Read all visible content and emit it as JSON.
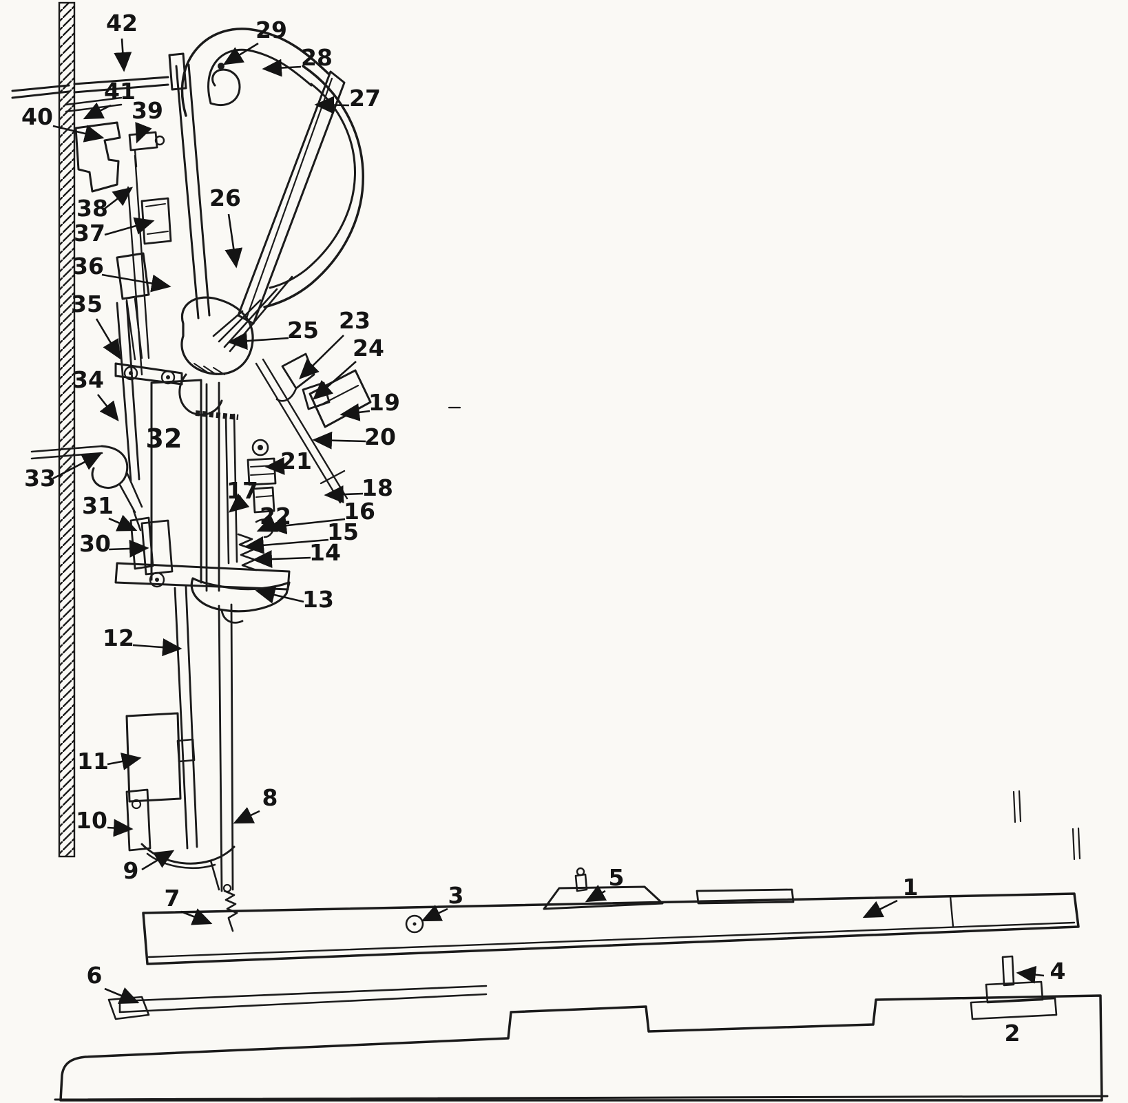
{
  "figure": {
    "paper_color": "#faf9f5",
    "ink_color": "#1b1b1b",
    "kind": "numbered parts line diagram (upright piano action)"
  },
  "labels": [
    {
      "id": 1,
      "text": "1"
    },
    {
      "id": 2,
      "text": "2"
    },
    {
      "id": 3,
      "text": "3"
    },
    {
      "id": 4,
      "text": "4"
    },
    {
      "id": 5,
      "text": "5"
    },
    {
      "id": 6,
      "text": "6"
    },
    {
      "id": 7,
      "text": "7"
    },
    {
      "id": 8,
      "text": "8"
    },
    {
      "id": 9,
      "text": "9"
    },
    {
      "id": 10,
      "text": "10"
    },
    {
      "id": 11,
      "text": "11"
    },
    {
      "id": 12,
      "text": "12"
    },
    {
      "id": 13,
      "text": "13"
    },
    {
      "id": 14,
      "text": "14"
    },
    {
      "id": 15,
      "text": "15"
    },
    {
      "id": 16,
      "text": "16"
    },
    {
      "id": 17,
      "text": "17"
    },
    {
      "id": 18,
      "text": "18"
    },
    {
      "id": 19,
      "text": "19"
    },
    {
      "id": 20,
      "text": "20"
    },
    {
      "id": 21,
      "text": "21"
    },
    {
      "id": 22,
      "text": "22"
    },
    {
      "id": 23,
      "text": "23"
    },
    {
      "id": 24,
      "text": "24"
    },
    {
      "id": 25,
      "text": "25"
    },
    {
      "id": 26,
      "text": "26"
    },
    {
      "id": 27,
      "text": "27"
    },
    {
      "id": 28,
      "text": "28"
    },
    {
      "id": 29,
      "text": "29"
    },
    {
      "id": 30,
      "text": "30"
    },
    {
      "id": 31,
      "text": "31"
    },
    {
      "id": 32,
      "text": "32"
    },
    {
      "id": 33,
      "text": "33"
    },
    {
      "id": 34,
      "text": "34"
    },
    {
      "id": 35,
      "text": "35"
    },
    {
      "id": 36,
      "text": "36"
    },
    {
      "id": 37,
      "text": "37"
    },
    {
      "id": 38,
      "text": "38"
    },
    {
      "id": 39,
      "text": "39"
    },
    {
      "id": 40,
      "text": "40"
    },
    {
      "id": 41,
      "text": "41"
    },
    {
      "id": 42,
      "text": "42"
    }
  ]
}
